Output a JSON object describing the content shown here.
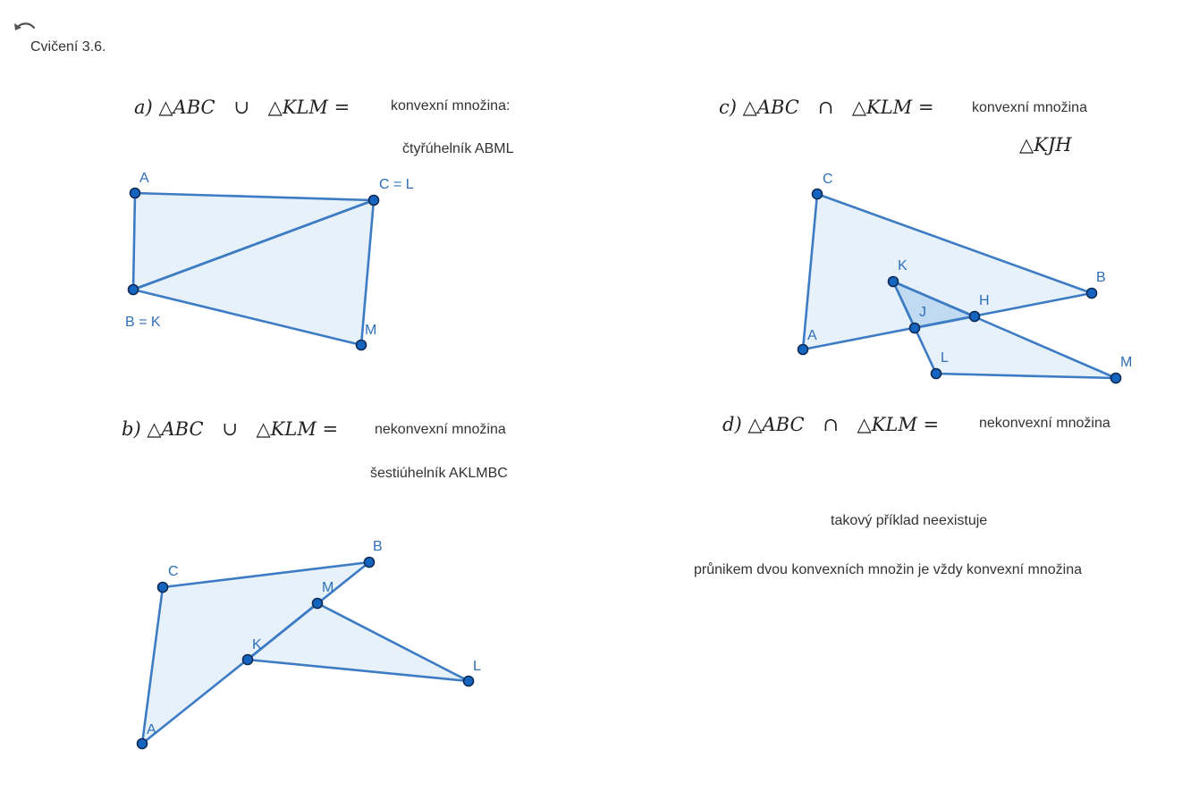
{
  "app": {
    "title": "Cvičení 3.6.",
    "undo_icon": "undo-icon"
  },
  "parts": {
    "a": {
      "expr_prefix": "a)",
      "expr_left": "△ABC",
      "operator": "∪",
      "expr_right": "△KLM =",
      "result": "konvexní množina:",
      "detail": "čtyřúhelník ABML",
      "points": {
        "A": "A",
        "CL": "C = L",
        "BK": "B = K",
        "M": "M"
      }
    },
    "b": {
      "expr_prefix": "b)",
      "expr_left": "△ABC",
      "operator": "∪",
      "expr_right": "△KLM =",
      "result": "nekonvexní množina",
      "detail": "šestiúhelník AKLMBC",
      "points": {
        "A": "A",
        "B": "B",
        "C": "C",
        "K": "K",
        "L": "L",
        "M": "M"
      }
    },
    "c": {
      "expr_prefix": "c)",
      "expr_left": "△ABC",
      "operator": "∩",
      "expr_right": "△KLM =",
      "result": "konvexní množina",
      "detail_math": "△KJH",
      "points": {
        "A": "A",
        "B": "B",
        "C": "C",
        "K": "K",
        "L": "L",
        "M": "M",
        "J": "J",
        "H": "H"
      }
    },
    "d": {
      "expr_prefix": "d)",
      "expr_left": "△ABC",
      "operator": "∩",
      "expr_right": "△KLM =",
      "result": "nekonvexní množina",
      "note1": "takový příklad neexistuje",
      "note2": "průnikem dvou konvexních množin je vždy konvexní množina"
    }
  },
  "colors": {
    "stroke": "#3d7cc4",
    "fill": "#5599dd",
    "point": "#1565c0",
    "label": "#2f6fb8"
  }
}
